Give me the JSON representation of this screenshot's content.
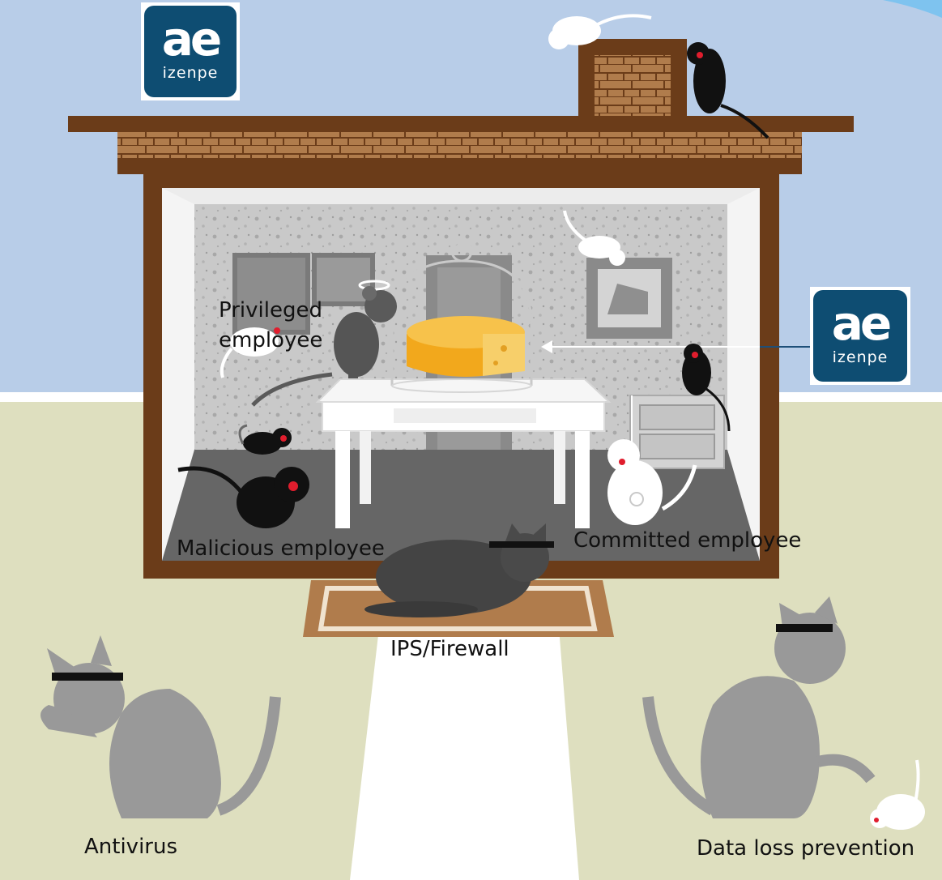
{
  "brand": {
    "mark": "ae",
    "word": "izenpe"
  },
  "labels": {
    "privileged_line1": "Privileged",
    "privileged_line2": "employee",
    "malicious": "Malicious employee",
    "committed": "Committed employee",
    "firewall": "IPS/Firewall",
    "antivirus": "Antivirus",
    "dlp": "Data loss prevention"
  },
  "colors": {
    "sky": "#b8cde8",
    "lawn": "#dedfbf",
    "house_frame": "#6b3c19",
    "roof_tiles": "#b07c4c",
    "cheese": "#f2a81c",
    "brand_blue": "#0e4d72",
    "malicious_eye": "#e01d2d"
  },
  "icons": [
    "izenpe-logo",
    "cheese",
    "glass-dome",
    "table",
    "mouse",
    "cat",
    "chimney",
    "doormat"
  ]
}
